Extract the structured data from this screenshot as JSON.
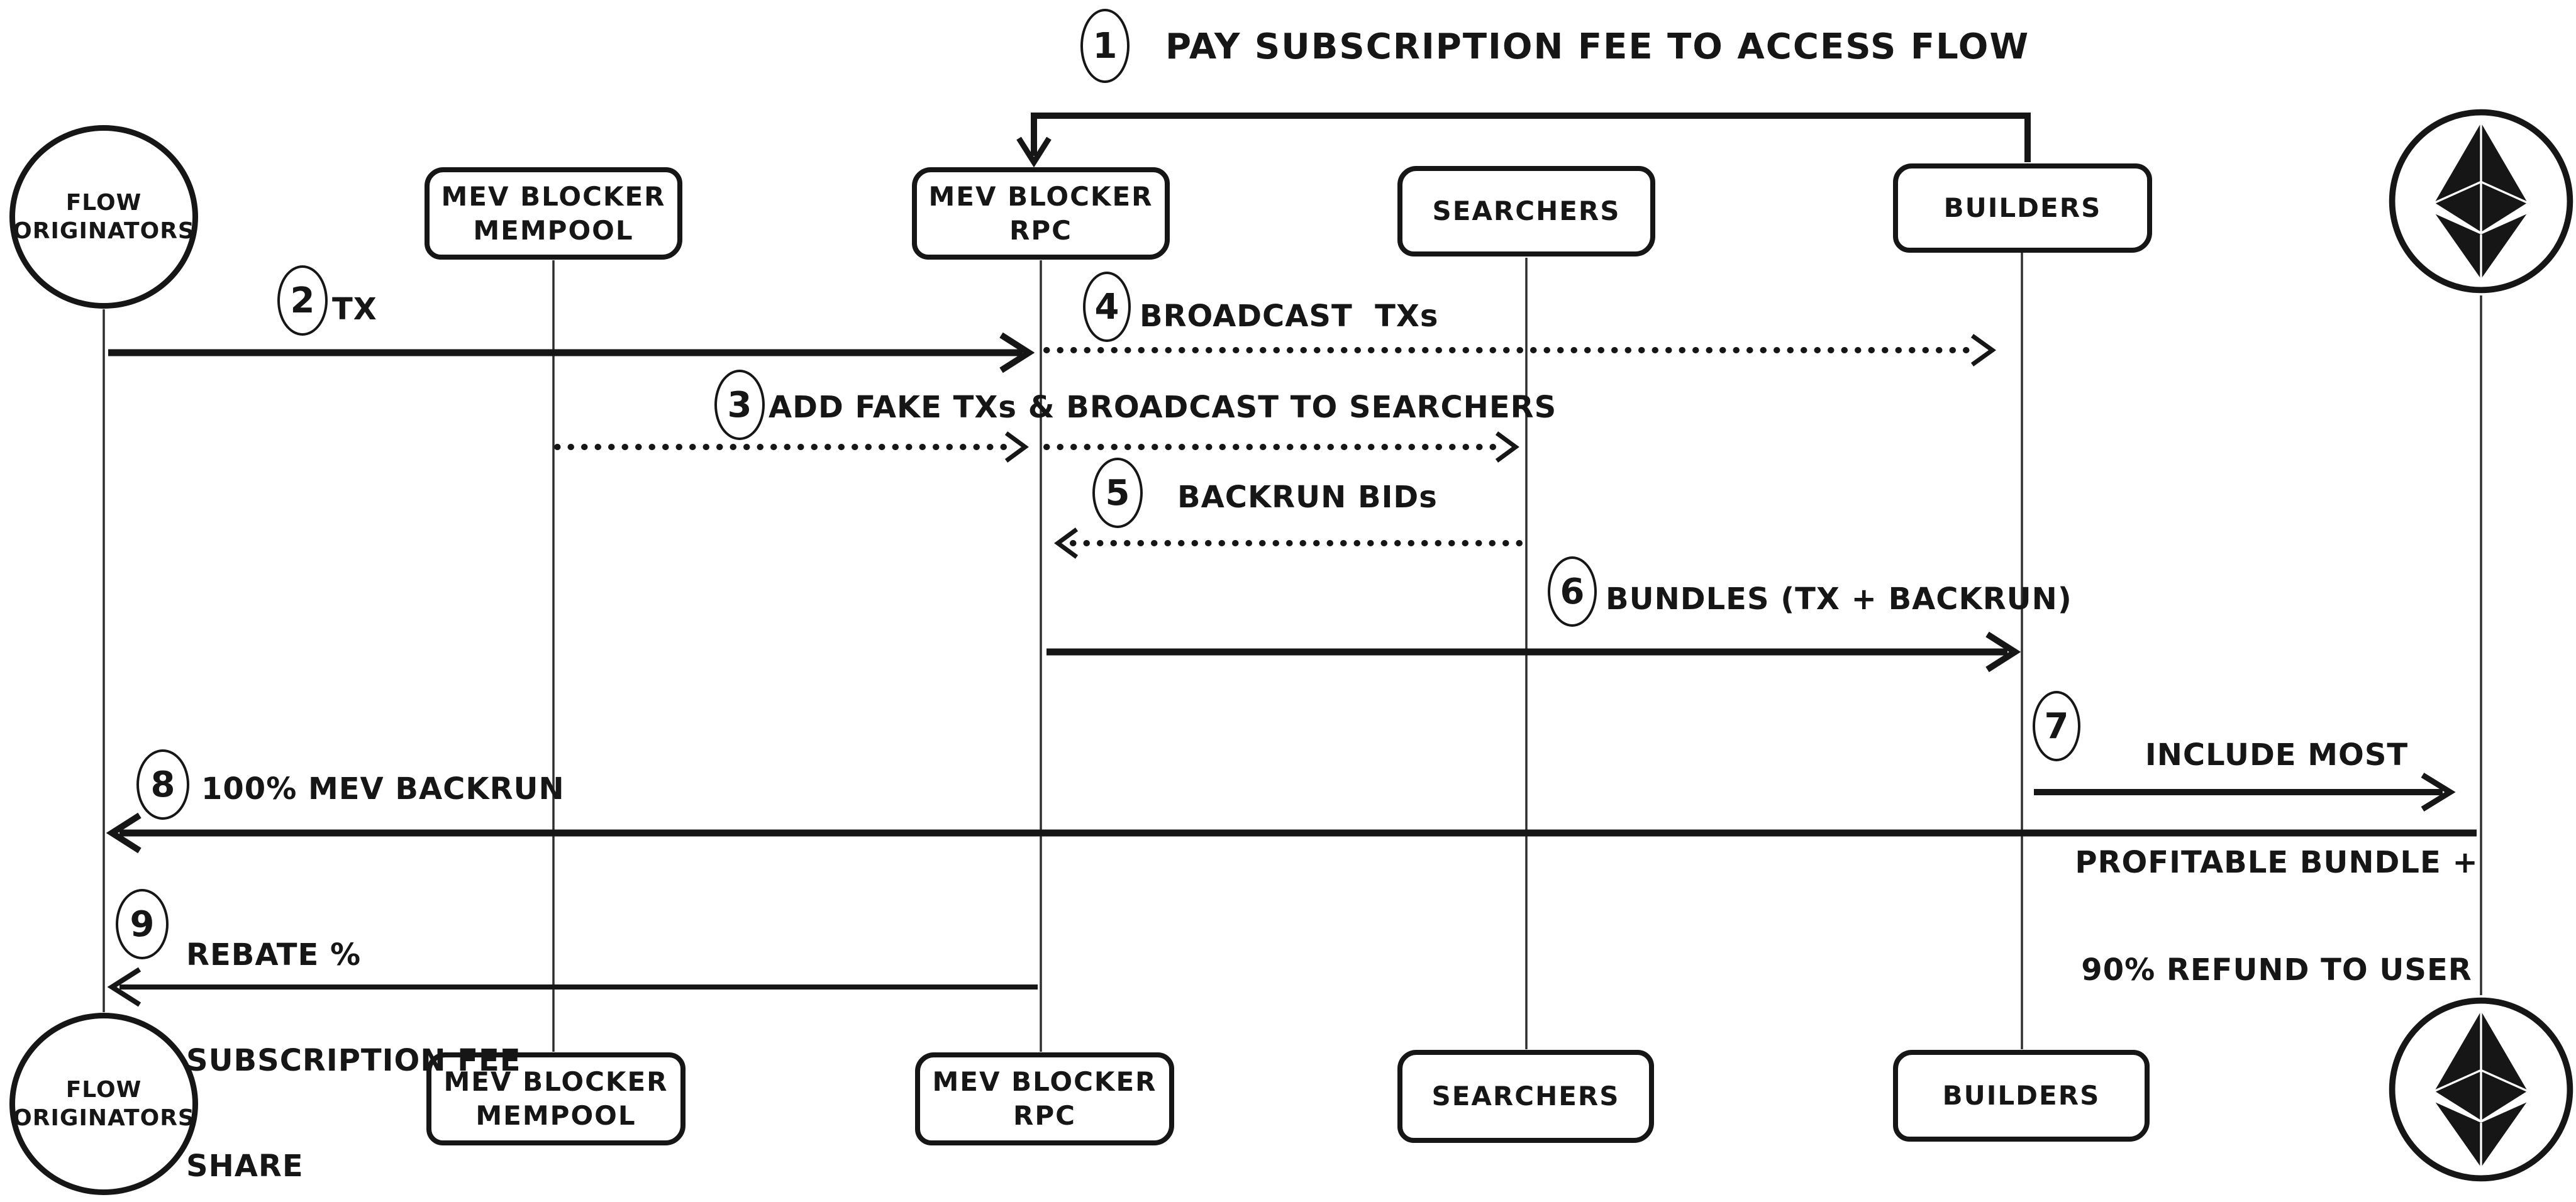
{
  "background": "#ffffff",
  "ink": "#161616",
  "actors": {
    "flow_originators": {
      "lines": [
        "FLOW",
        "ORIGINATORS"
      ]
    },
    "mev_blocker_mempool": {
      "lines": [
        "MEV BLOCKER",
        "MEMPOOL"
      ]
    },
    "mev_blocker_rpc": {
      "lines": [
        "MEV BLOCKER",
        "RPC"
      ]
    },
    "searchers": {
      "lines": [
        "SEARCHERS"
      ]
    },
    "builders": {
      "lines": [
        "BUILDERS"
      ]
    },
    "ethereum": {
      "icon": "ethereum-logo"
    }
  },
  "messages": [
    {
      "num": "1",
      "text": "PAY SUBSCRIPTION FEE TO ACCESS FLOW"
    },
    {
      "num": "2",
      "text": "TX"
    },
    {
      "num": "3",
      "text": "ADD FAKE TXs & BROADCAST TO SEARCHERS"
    },
    {
      "num": "4",
      "text": "BROADCAST  TXs"
    },
    {
      "num": "5",
      "text": "BACKRUN BIDs"
    },
    {
      "num": "6",
      "text": "BUNDLES (TX + BACKRUN)"
    },
    {
      "num": "7",
      "lines": [
        "INCLUDE MOST",
        "PROFITABLE BUNDLE +",
        "90% REFUND TO USER"
      ]
    },
    {
      "num": "8",
      "text": "100% MEV BACKRUN"
    },
    {
      "num": "9",
      "lines": [
        "REBATE %",
        "SUBSCRIPTION FEE",
        "SHARE"
      ]
    }
  ]
}
